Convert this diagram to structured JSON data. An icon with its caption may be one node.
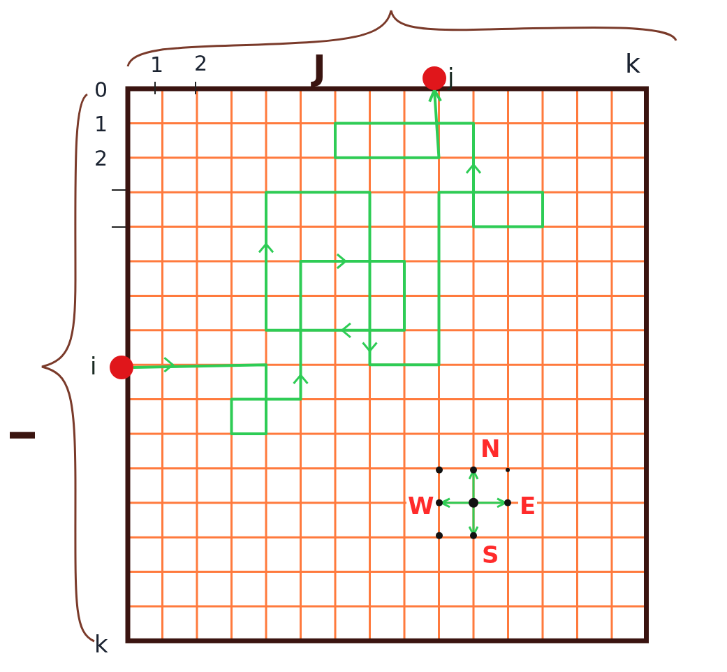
{
  "diagram": {
    "nodes": [
      {
        "text": [],
        "shape": "circle",
        "beside": [
          "i"
        ]
      },
      {
        "text": [],
        "shape": "circle",
        "beside": [
          "j"
        ]
      }
    ],
    "edges": [
      {
        "from": 0,
        "to": 1,
        "arrow": "to"
      }
    ],
    "labels": [
      "1",
      "2",
      "J",
      "k",
      "0",
      "1",
      "2",
      "I",
      "N",
      "W",
      "E",
      "S",
      "k"
    ]
  }
}
